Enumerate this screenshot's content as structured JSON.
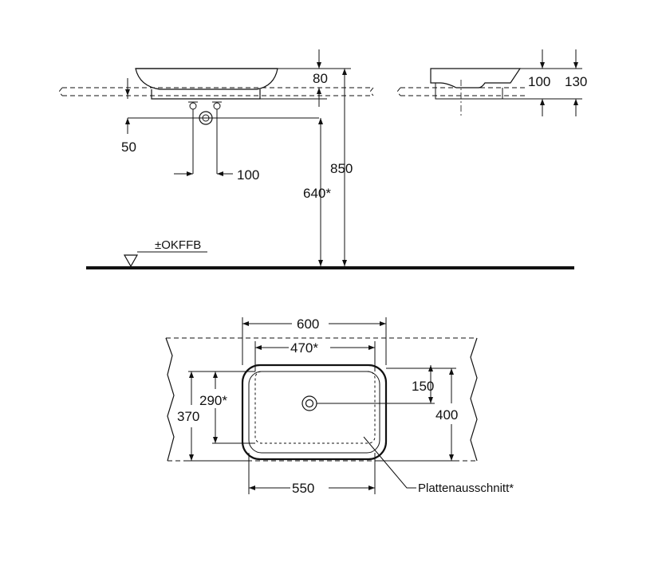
{
  "side_view": {
    "dim_80": "80",
    "dim_850": "850",
    "dim_640": "640*",
    "dim_50": "50",
    "dim_100": "100",
    "floor_ref": "±OKFFB"
  },
  "end_view": {
    "dim_100": "100",
    "dim_130": "130"
  },
  "plan_view": {
    "dim_600": "600",
    "dim_470": "470*",
    "dim_290": "290*",
    "dim_370": "370",
    "dim_150": "150",
    "dim_400": "400",
    "dim_550": "550",
    "cutout_label": "Plattenausschnitt*"
  }
}
